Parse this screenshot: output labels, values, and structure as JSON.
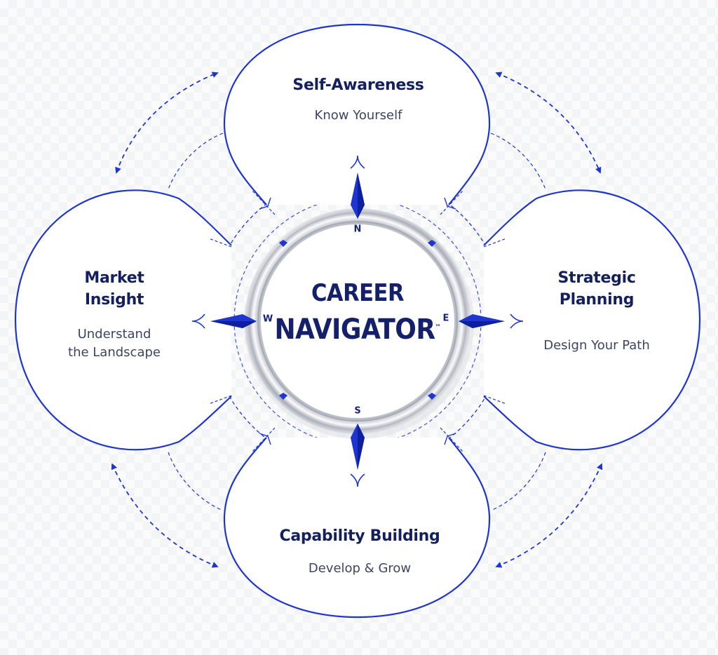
{
  "center": {
    "line1": "CAREER",
    "line2": "NAVIGATOR",
    "trademark": "™"
  },
  "compass": {
    "north": "N",
    "south": "S",
    "east": "E",
    "west": "W"
  },
  "petals": {
    "top": {
      "title": "Self-Awareness",
      "subtitle": "Know Yourself"
    },
    "left": {
      "title_line1": "Market",
      "title_line2": "Insight",
      "subtitle_line1": "Understand",
      "subtitle_line2": "the Landscape"
    },
    "right": {
      "title_line1": "Strategic",
      "title_line2": "Planning",
      "subtitle": "Design Your Path"
    },
    "bottom": {
      "title": "Capability Building",
      "subtitle": "Develop & Grow"
    }
  },
  "colors": {
    "primary_blue": "#1f35cf",
    "navy_text": "#14205e",
    "ring_silver": "#c9ccd3"
  }
}
